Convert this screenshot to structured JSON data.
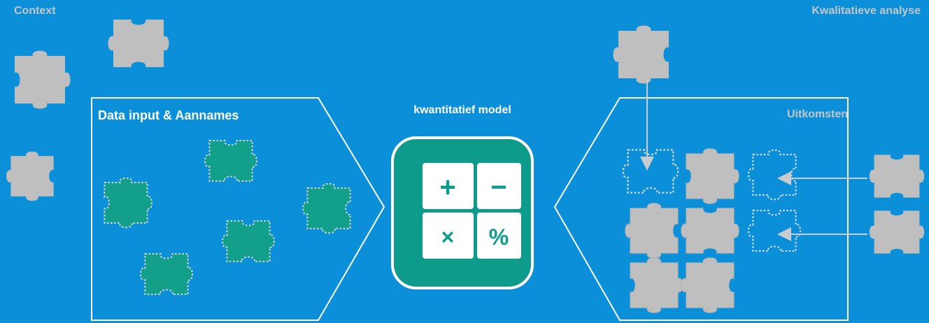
{
  "labels": {
    "context": "Context",
    "qualitative_analysis": "Kwalitatieve analyse",
    "data_input": "Data input & Aannames",
    "model_title": "kwantitatief model",
    "outcomes": "Uitkomsten"
  },
  "calculator": {
    "plus": "+",
    "minus": "−",
    "times": "×",
    "percent": "%"
  },
  "colors": {
    "background": "#0A8FD8",
    "puzzle_gray": "#BFBFBF",
    "puzzle_teal": "#12A08A",
    "calculator_bg": "#0D9B8B",
    "outline": "#FFFFFF",
    "label_gray": "#C3C6C9"
  }
}
